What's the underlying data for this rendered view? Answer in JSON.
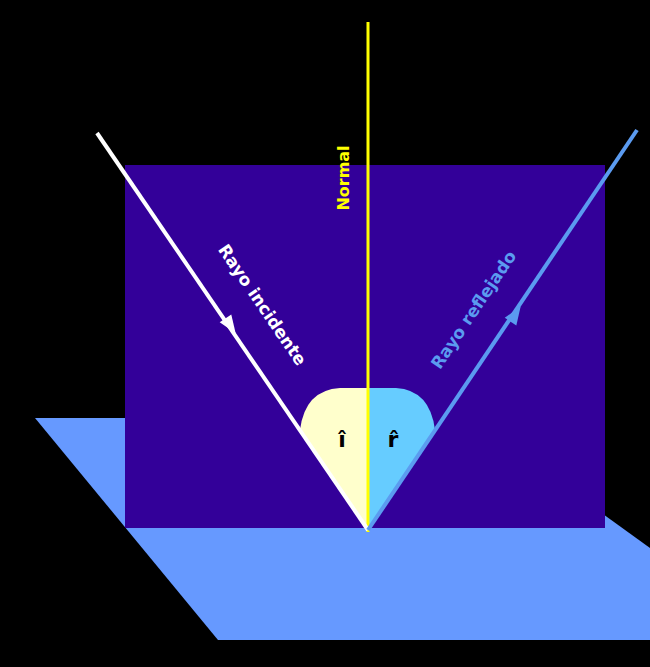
{
  "diagram": {
    "labels": [
      "Normal",
      "Rayo incidente",
      "Rayo reflejado",
      "î",
      "r̂"
    ]
  }
}
